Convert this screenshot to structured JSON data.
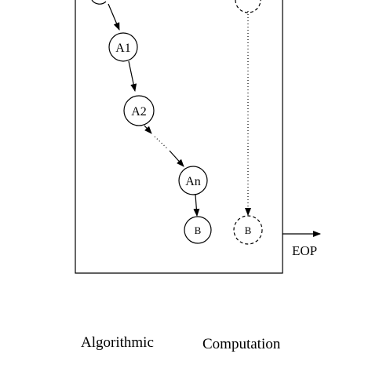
{
  "diagram": {
    "nodes": {
      "a1": "A1",
      "a2": "A2",
      "an": "An",
      "b_left": "B",
      "b_right": "B"
    },
    "eop_label": "EOP"
  },
  "captions": {
    "algorithmic": "Algorithmic",
    "computation": "Computation"
  }
}
